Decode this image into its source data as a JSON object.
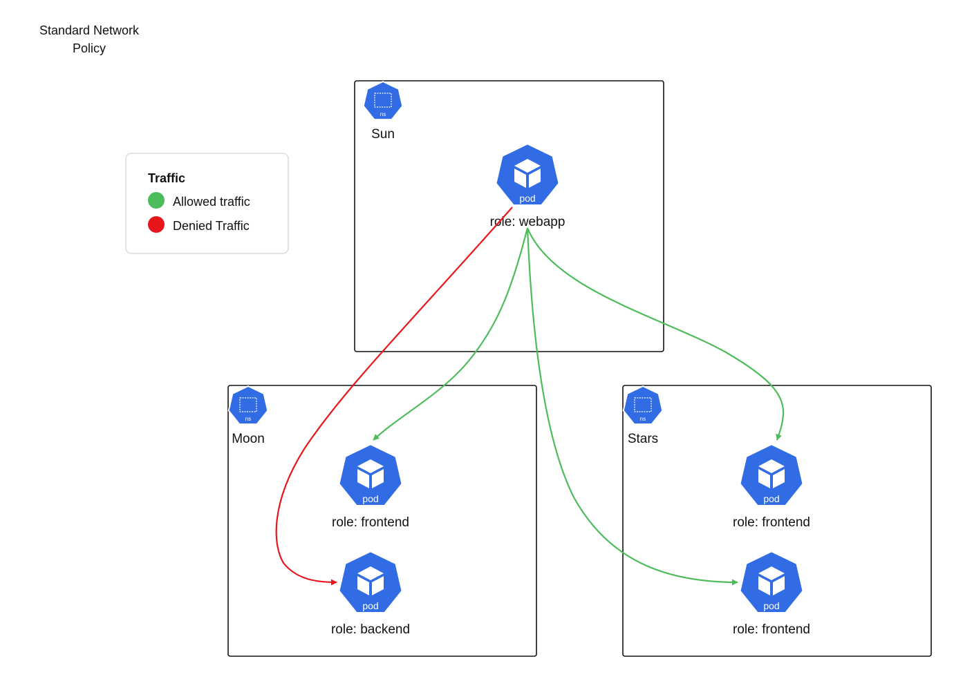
{
  "title": [
    "Standard Network",
    "Policy"
  ],
  "legend": {
    "title": "Traffic",
    "items": [
      {
        "label": "Allowed traffic",
        "color": "#4cbb5a"
      },
      {
        "label": "Denied Traffic",
        "color": "#e8161b"
      }
    ]
  },
  "colors": {
    "k8s_blue": "#326ce5",
    "allowed": "#4cbb5a",
    "denied": "#e8161b"
  },
  "namespaces": {
    "sun": {
      "name": "Sun",
      "icon_text": "ns"
    },
    "moon": {
      "name": "Moon",
      "icon_text": "ns"
    },
    "stars": {
      "name": "Stars",
      "icon_text": "ns"
    }
  },
  "pods": {
    "sun_webapp": {
      "icon_text": "pod",
      "label": "role: webapp"
    },
    "moon_frontend": {
      "icon_text": "pod",
      "label": "role: frontend"
    },
    "moon_backend": {
      "icon_text": "pod",
      "label": "role: backend"
    },
    "stars_frontend": {
      "icon_text": "pod",
      "label": "role: frontend"
    },
    "stars_frontend_2": {
      "icon_text": "pod",
      "label": "role: frontend"
    }
  },
  "connections": [
    {
      "from": "role: webapp (Sun)",
      "to": "role: frontend (Moon)",
      "traffic": "Allowed traffic"
    },
    {
      "from": "role: webapp (Sun)",
      "to": "role: backend (Moon)",
      "traffic": "Denied Traffic"
    },
    {
      "from": "role: webapp (Sun)",
      "to": "role: frontend (Stars)",
      "traffic": "Allowed traffic"
    },
    {
      "from": "role: webapp (Sun)",
      "to": "role: frontend (Stars, lower)",
      "traffic": "Allowed traffic"
    }
  ]
}
